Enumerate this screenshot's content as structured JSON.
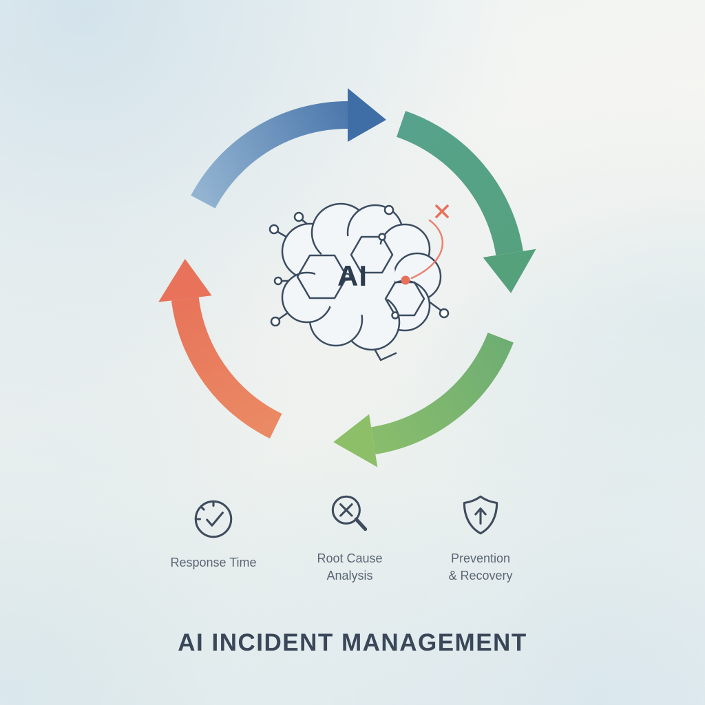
{
  "title": "AI INCIDENT MANAGEMENT",
  "diagram": {
    "center_label": "AI",
    "cycle": {
      "top_arrow_color": "#3f6da6",
      "right_arrow_color": "#549f86",
      "bottom_arrow_color": "#8cbf68",
      "left_arrow_color": "#e8735a"
    },
    "brain_outline_color": "#3b4c61",
    "incident_accent_color": "#e8705a"
  },
  "features": [
    {
      "icon": "clock-check-icon",
      "lines": [
        "Response Time"
      ]
    },
    {
      "icon": "magnifying-glass-x-icon",
      "lines": [
        "Root Cause",
        "Analysis"
      ]
    },
    {
      "icon": "shield-up-arrow-icon",
      "lines": [
        "Prevention",
        "& Recovery"
      ]
    }
  ],
  "text_colors": {
    "title": "#3a4759",
    "labels": "#5b6676"
  }
}
